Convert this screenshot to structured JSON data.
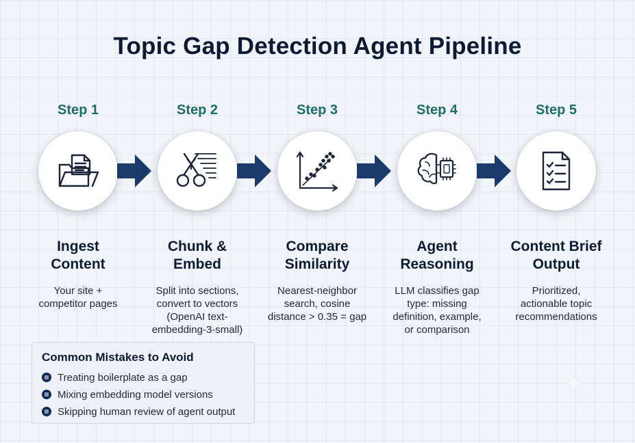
{
  "title": "Topic Gap Detection Agent Pipeline",
  "steps": [
    {
      "label": "Step 1",
      "title": "Ingest\nContent",
      "description": "Your site +\ncompetitor pages",
      "icon": "folder-document-icon"
    },
    {
      "label": "Step 2",
      "title": "Chunk &\nEmbed",
      "description": "Split into sections,\nconvert to vectors\n(OpenAI text-\nembedding-3-small)",
      "icon": "scissors-icon"
    },
    {
      "label": "Step 3",
      "title": "Compare\nSimilarity",
      "description": "Nearest-neighbor\nsearch, cosine\ndistance > 0.35 = gap",
      "icon": "scatter-plot-icon"
    },
    {
      "label": "Step 4",
      "title": "Agent\nReasoning",
      "description": "LLM classifies gap\ntype: missing\ndefinition, example,\nor comparison",
      "icon": "brain-chip-icon"
    },
    {
      "label": "Step 5",
      "title": "Content Brief\nOutput",
      "description": "Prioritized,\nactionable topic\nrecommendations",
      "icon": "checklist-icon"
    }
  ],
  "mistakes": {
    "title": "Common Mistakes to Avoid",
    "items": [
      "Treating boilerplate as a gap",
      "Mixing embedding model versions",
      "Skipping human review of agent output"
    ]
  },
  "colors": {
    "step_label": "#1b6e6a",
    "title": "#0d1a33",
    "arrow": "#1b3a6b",
    "bullet": "#0f2a55"
  }
}
